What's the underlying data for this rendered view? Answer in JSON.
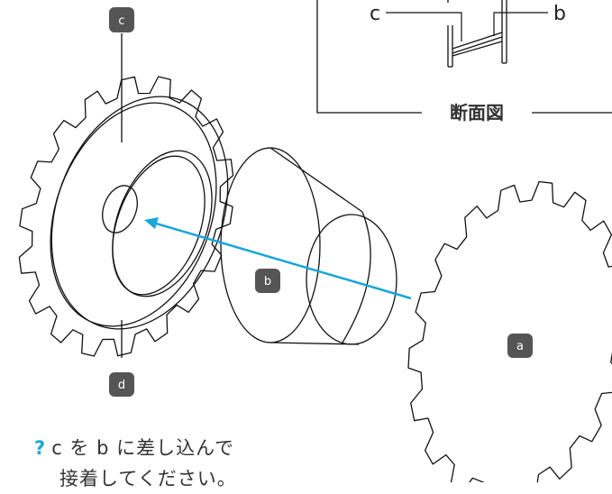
{
  "colors": {
    "line": "#111111",
    "arrow": "#19a6d9",
    "badge_bg": "#555555",
    "badge_text": "#ffffff"
  },
  "cross_section": {
    "title": "断面図",
    "label_c": "c",
    "label_b": "b"
  },
  "labels": {
    "a": "a",
    "b": "b",
    "c": "c",
    "d": "d"
  },
  "instruction": {
    "icon": "question-hint-icon",
    "icon_glyph": "?",
    "line1": "c を b に差し込んで",
    "line2": "接着してください。"
  }
}
